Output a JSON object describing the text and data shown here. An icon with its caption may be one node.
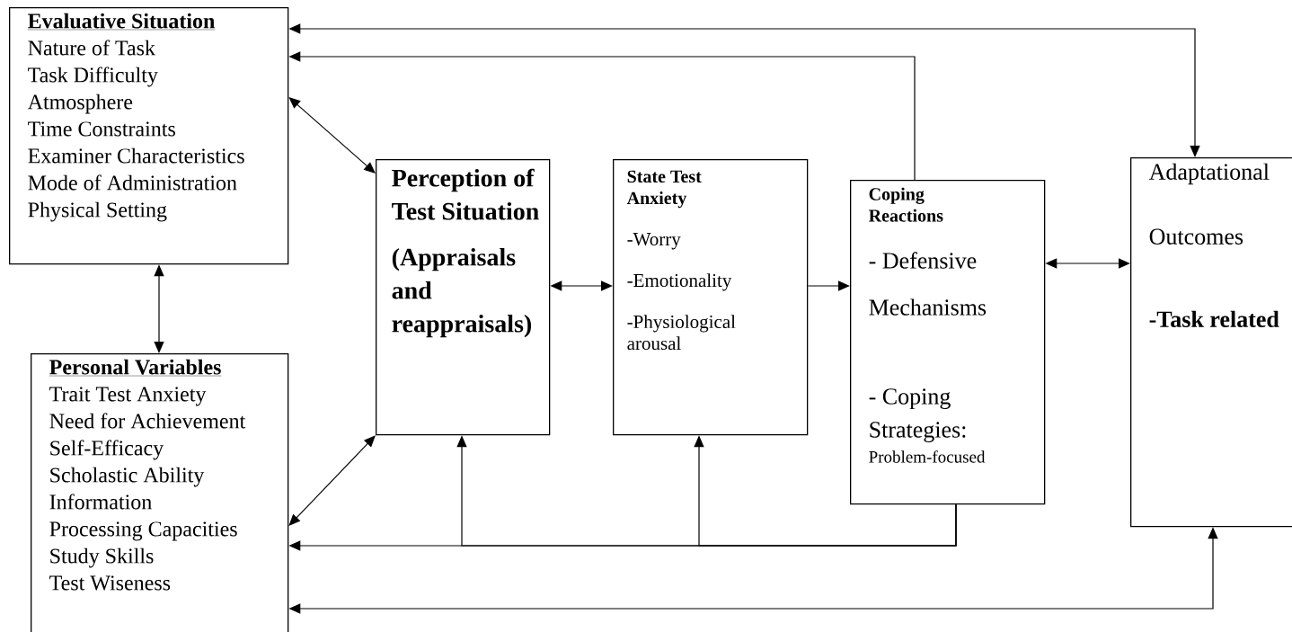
{
  "diagram": {
    "nodes": [
      {
        "text": [
          "Evaluative Situation",
          "Nature of Task",
          "Task Difficulty",
          "Atmosphere",
          "Time Constraints",
          "Examiner Characteristics",
          "Mode of Administration",
          "Physical Setting"
        ]
      },
      {
        "text": [
          "Personal Variables",
          "Trait Test Anxiety",
          "Need for Achievement",
          "Self-Efficacy",
          "Scholastic Ability",
          "Information",
          "Processing Capacities",
          "Study Skills",
          "Test Wiseness"
        ]
      },
      {
        "text": [
          "Perception of Test Situation",
          "(Appraisals and reappraisals)"
        ]
      },
      {
        "text": [
          "State Test Anxiety",
          "-Worry",
          "-Emotionality",
          "-Physiological arousal"
        ]
      },
      {
        "text": [
          "Coping Reactions",
          "- Defensive Mechanisms",
          "- Coping Strategies:",
          "Problem-focused"
        ]
      },
      {
        "text": [
          "Adaptational Outcomes",
          "-Task related"
        ]
      }
    ],
    "edges": [
      {
        "from": 0,
        "to": 1,
        "arrow": "both"
      },
      {
        "from": 0,
        "to": 2,
        "arrow": "both"
      },
      {
        "from": 1,
        "to": 2,
        "arrow": "both"
      },
      {
        "from": 2,
        "to": 3,
        "arrow": "both"
      },
      {
        "from": 3,
        "to": 4,
        "arrow": "to"
      },
      {
        "from": 4,
        "to": 5,
        "arrow": "both"
      },
      {
        "from": 0,
        "to": 5,
        "arrow": "both"
      },
      {
        "from": 4,
        "to": 0,
        "arrow": "to"
      },
      {
        "from": 4,
        "to": 1,
        "arrow": "to"
      },
      {
        "from": 4,
        "to": 2,
        "arrow": "to"
      },
      {
        "from": 4,
        "to": 3,
        "arrow": "to"
      },
      {
        "from": 5,
        "to": 1,
        "arrow": "both"
      }
    ]
  }
}
